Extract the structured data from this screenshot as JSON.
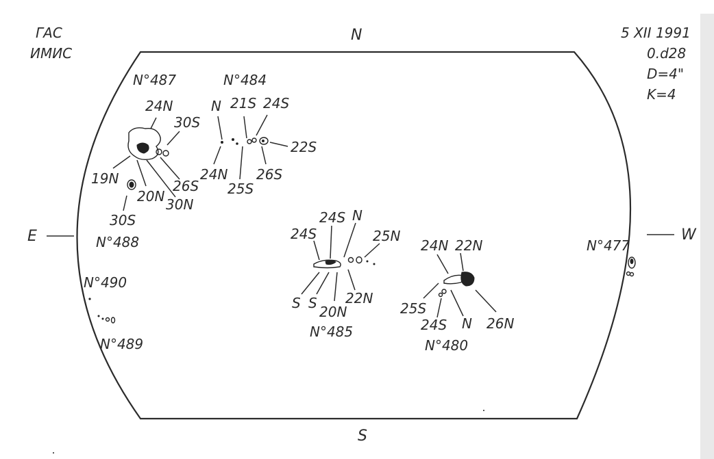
{
  "header": {
    "observatory_line1": "ГАС",
    "observatory_line2": "ИМИС",
    "date": "5 XII 1991",
    "time": "0.d28",
    "diameter": "D=4\"",
    "k_value": "K=4"
  },
  "directions": {
    "north": "N",
    "south": "S",
    "east": "E",
    "west": "W"
  },
  "groups": {
    "g487": "N°487",
    "g484": "N°484",
    "g488": "N°488",
    "g490": "N°490",
    "g489": "N°489",
    "g485": "N°485",
    "g480": "N°480",
    "g477": "N°477"
  },
  "spot_labels": {
    "g487": {
      "l24N": "24N",
      "l30S_a": "30S",
      "l19N": "19N",
      "l20N": "20N",
      "l30N": "30N",
      "l26S": "26S",
      "l30S_b": "30S"
    },
    "g484": {
      "lN": "N",
      "l21S": "21S",
      "l24S": "24S",
      "l22S": "22S",
      "l24N": "24N",
      "l25S": "25S",
      "l26S": "26S"
    },
    "g485": {
      "l24S_a": "24S",
      "l24S_b": "24S",
      "lN": "N",
      "l25N": "25N",
      "lS_a": "S",
      "lS_b": "S",
      "l20N": "20N",
      "l22N": "22N"
    },
    "g480": {
      "l24N": "24N",
      "l22N": "22N",
      "l25S": "25S",
      "l24S": "24S",
      "lN": "N",
      "l26N": "26N"
    }
  },
  "colors": {
    "ink": "#2b2b2b",
    "paper": "#ffffff"
  }
}
